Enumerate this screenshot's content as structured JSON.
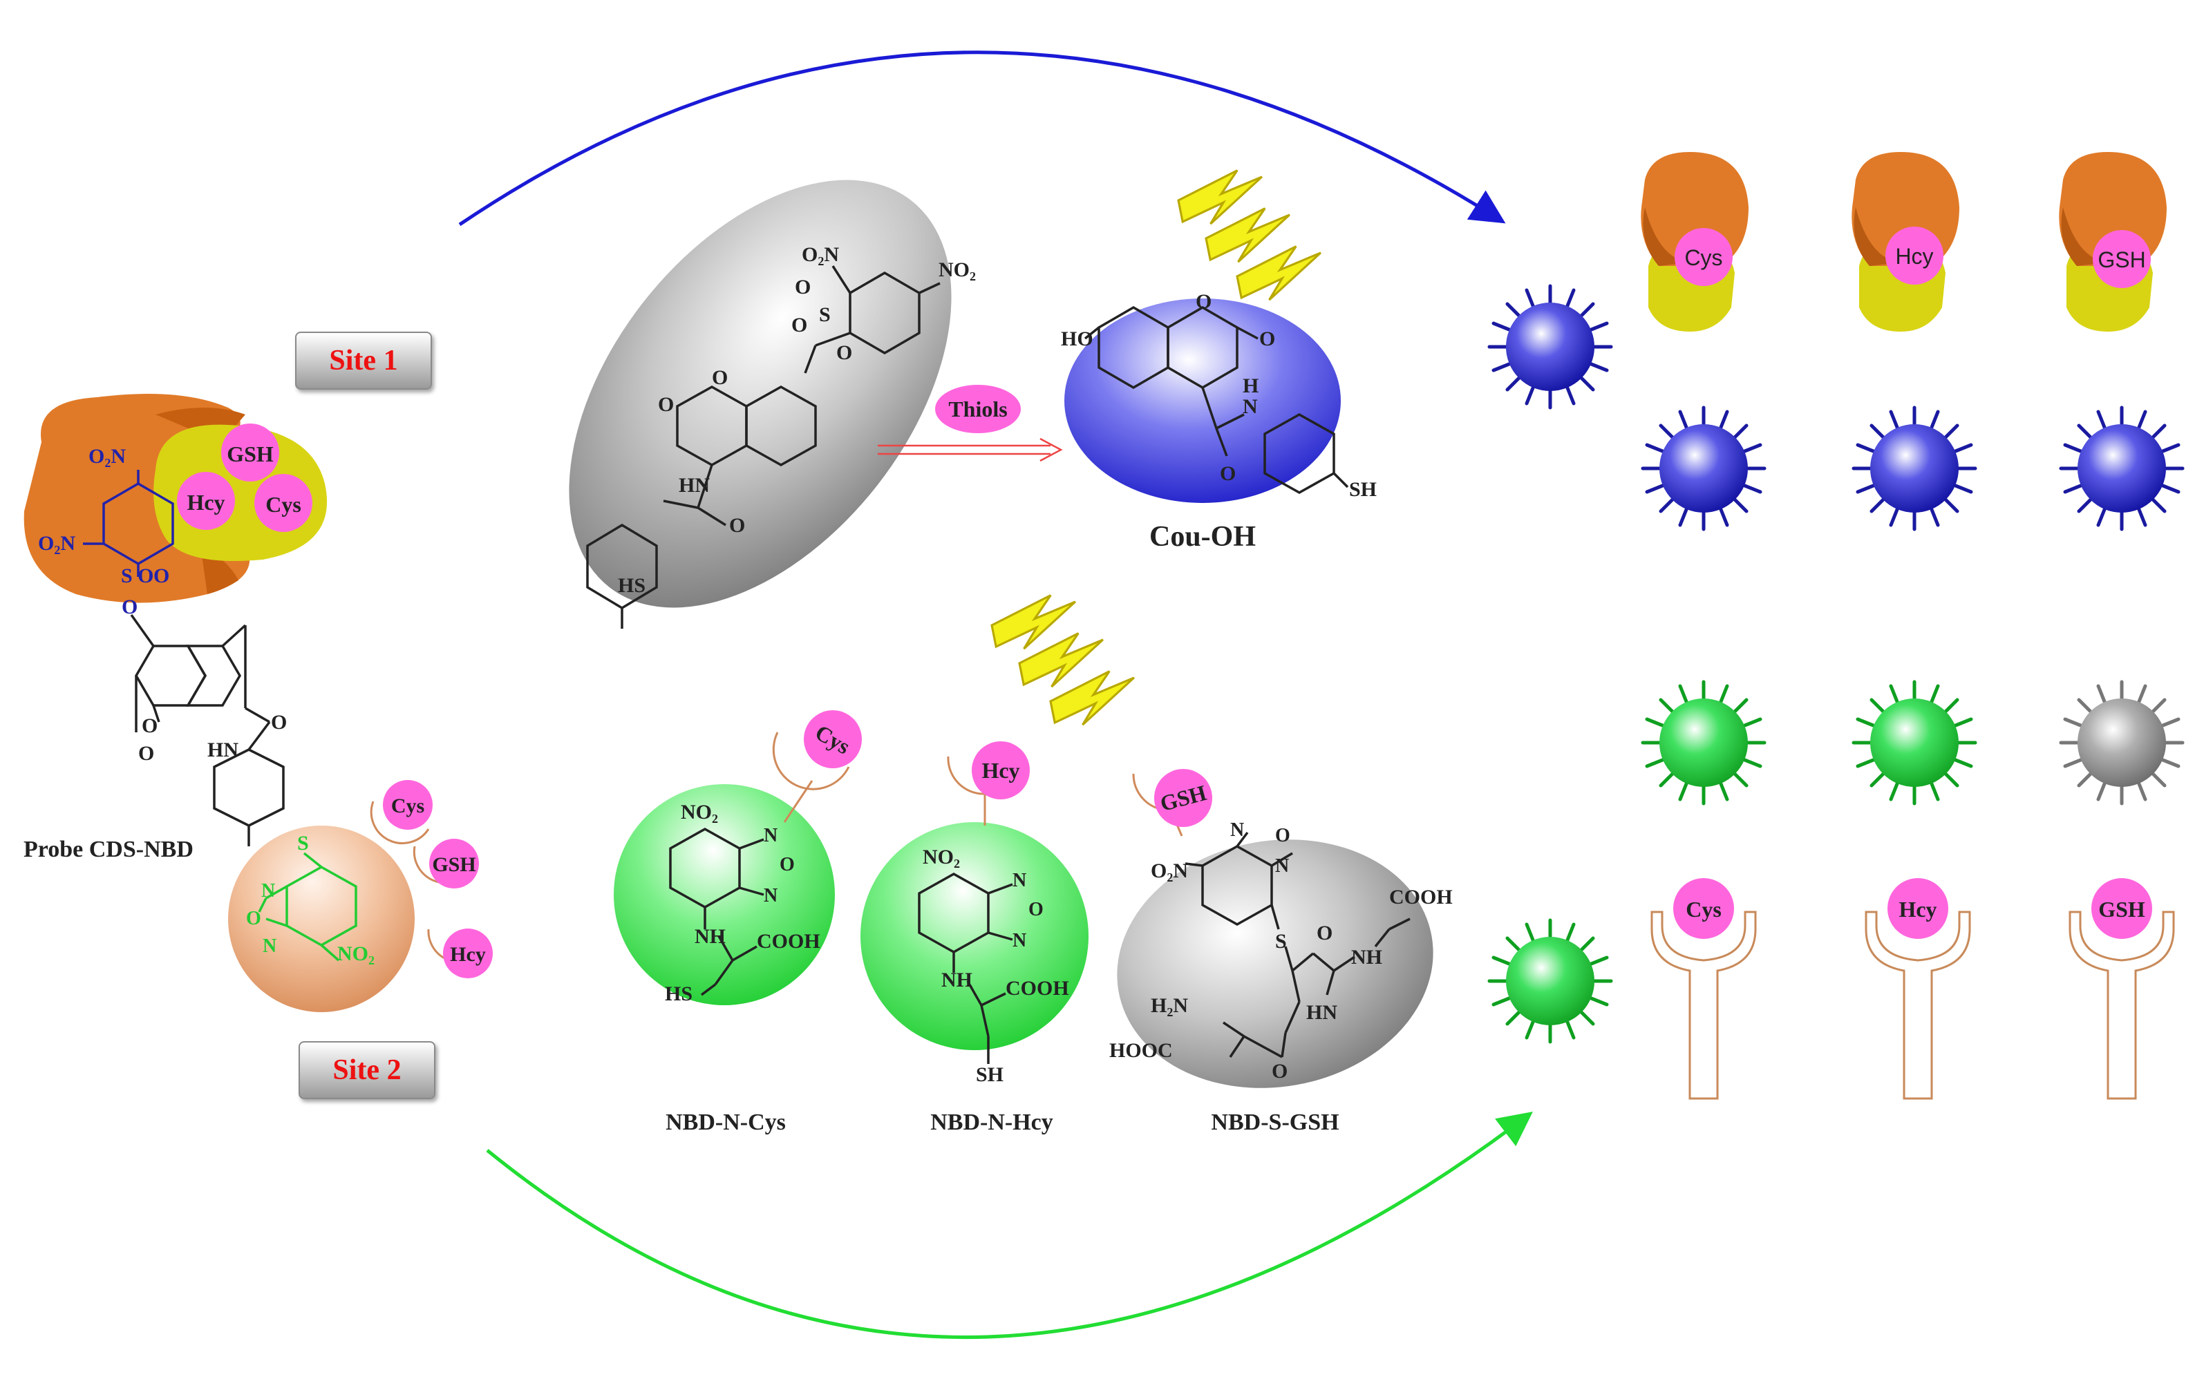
{
  "site1": "Site 1",
  "site2": "Site 2",
  "probe": {
    "name": "Probe CDS-NBD",
    "o2n_top": "O₂N",
    "o2n_mid": "O₂N",
    "so2": "S O",
    "so2_o": "O",
    "o_link": "O",
    "o_lactone": "O",
    "o_carbonyl_ring": "O",
    "o_amide": "O",
    "hn": "HN",
    "s": "S",
    "nbd_n1": "N",
    "nbd_o": "O",
    "nbd_n2": "N",
    "nbd_no2": "NO₂"
  },
  "thiols": {
    "gsh": "GSH",
    "hcy": "Hcy",
    "cys": "Cys"
  },
  "reagent": "Thiols",
  "gray_mol": {
    "o2n": "O₂N",
    "no2": "NO₂",
    "s": "S",
    "o1": "O",
    "o2": "O",
    "o3": "O",
    "o_ring": "O",
    "o_carbonyl": "O",
    "o_amide": "O",
    "hn": "HN",
    "hs": "HS"
  },
  "couoh": {
    "name": "Cou-OH",
    "ho": "HO",
    "o_ring": "O",
    "o_carbonyl": "O",
    "n": "N",
    "h": "H",
    "o_amide": "O",
    "sh": "SH"
  },
  "nbd_cys": {
    "name": "NBD-N-Cys",
    "no2": "NO₂",
    "n1": "N",
    "o": "O",
    "n2": "N",
    "nh": "NH",
    "cooh": "COOH",
    "hs": "HS"
  },
  "nbd_hcy": {
    "name": "NBD-N-Hcy",
    "no2": "NO₂",
    "n1": "N",
    "o": "O",
    "n2": "N",
    "nh": "NH",
    "cooh": "COOH",
    "sh": "SH"
  },
  "nbd_gsh": {
    "name": "NBD-S-GSH",
    "o2n": "O₂N",
    "n1": "N",
    "o": "O",
    "n2": "N",
    "s": "S",
    "o_a": "O",
    "nh": "NH",
    "cooh": "COOH",
    "hn": "HN",
    "h2n": "H₂N",
    "hooc": "HOOC",
    "o_b": "O"
  },
  "colors": {
    "blue_arrow": "#1a1ad6",
    "green_arrow": "#22dd33",
    "orange": "#e07a28",
    "yellow": "#d8d414",
    "pink": "#ff66dd",
    "blue_ball": "#3333dd",
    "green_ball": "#22cc33",
    "gray_ball": "#9a9a9a"
  },
  "icons": [
    "lightning-bolt-icon",
    "virus-icon",
    "receptor-icon"
  ]
}
